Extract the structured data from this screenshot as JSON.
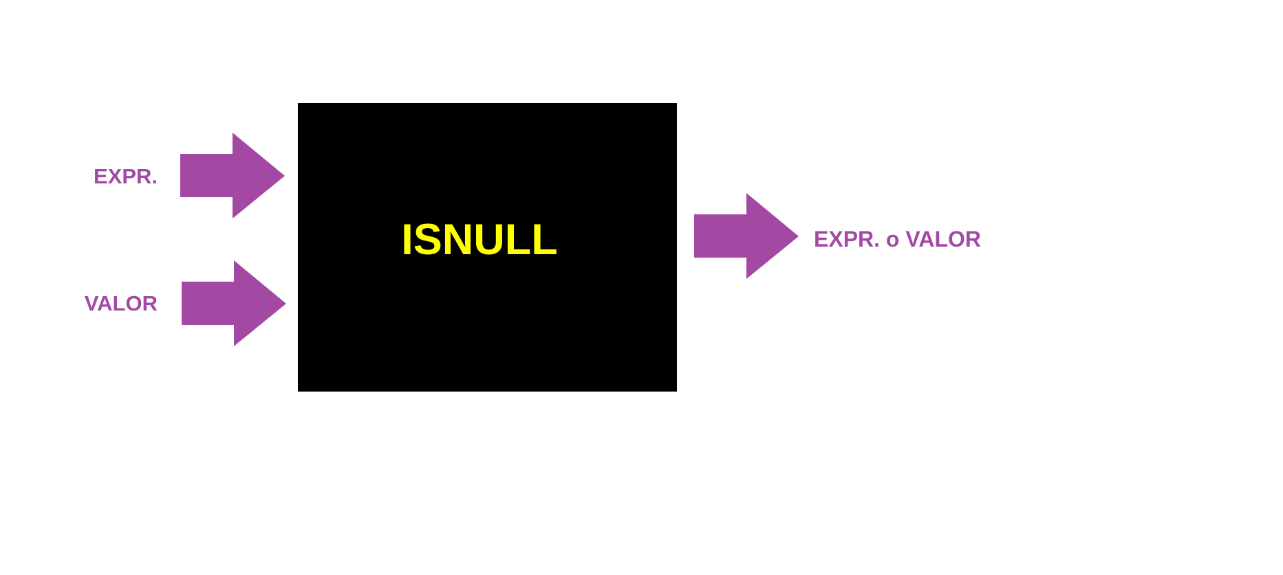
{
  "function_block": {
    "title": "ISNULL",
    "fill_color": "#000000",
    "text_color": "#ffff00"
  },
  "inputs": [
    {
      "label": "EXPR."
    },
    {
      "label": "VALOR"
    }
  ],
  "output": {
    "label": "EXPR. o VALOR"
  },
  "arrow_color": "#a349a4",
  "label_color": "#a349a4"
}
